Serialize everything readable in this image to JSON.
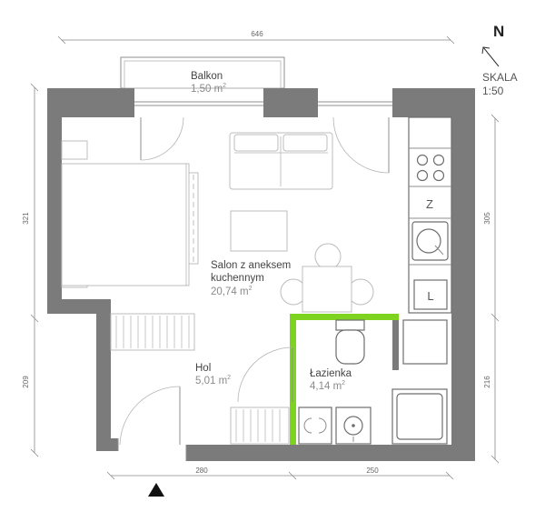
{
  "rooms": {
    "balkon": {
      "name": "Balkon",
      "area_value": "1,50 m",
      "area_sup": "2"
    },
    "salon": {
      "name_line1": "Salon z aneksem",
      "name_line2": "kuchennym",
      "area_value": "20,74 m",
      "area_sup": "2"
    },
    "hol": {
      "name": "Hol",
      "area_value": "5,01 m",
      "area_sup": "2"
    },
    "lazienka": {
      "name": "Łazienka",
      "area_value": "4,14 m",
      "area_sup": "2"
    }
  },
  "dimensions": {
    "top": "646",
    "left_upper": "321",
    "left_lower": "209",
    "right_upper": "305",
    "right_lower": "216",
    "bottom_left": "280",
    "bottom_right": "250"
  },
  "compass": {
    "north_label": "N"
  },
  "scale": {
    "label": "SKALA",
    "value": "1:50"
  },
  "appliance_labels": {
    "fridge": "Z",
    "washer": "L"
  },
  "colors": {
    "wall": "#7b7b7b",
    "bathroom_wall_highlight": "#7ed321",
    "line": "#8f8f8f"
  }
}
